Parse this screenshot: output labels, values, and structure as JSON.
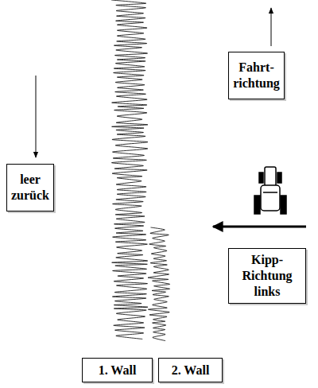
{
  "diagram": {
    "nodes": [
      {
        "text": [
          "Fahrt- richtung"
        ]
      },
      {
        "text": [
          "leer zurück"
        ]
      },
      {
        "text": [
          "Kipp- Richtung links"
        ]
      },
      {
        "text": [
          "1. Wall"
        ]
      },
      {
        "text": [
          "2. Wall"
        ]
      }
    ]
  }
}
